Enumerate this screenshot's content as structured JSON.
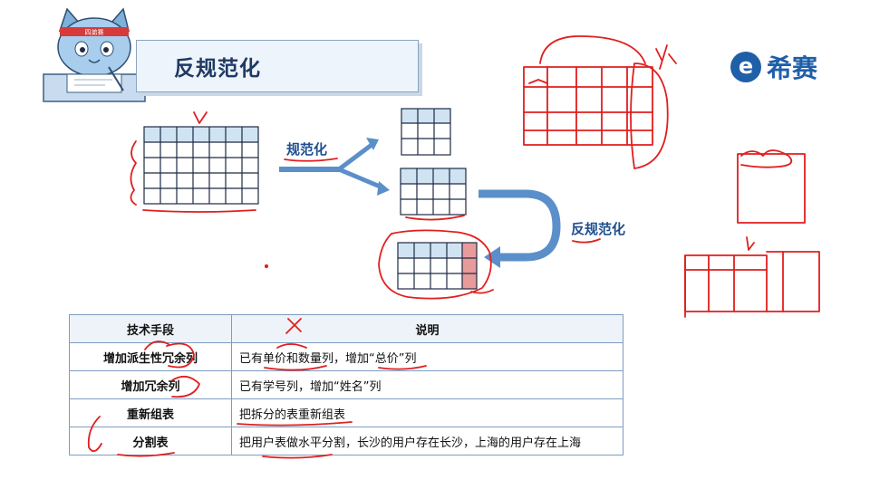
{
  "slide": {
    "title": "反规范化",
    "brand": {
      "logo_glyph": "e",
      "name": "希赛"
    },
    "mascot": {
      "headband_text": "四弟赛"
    },
    "diagram": {
      "normalize_label": "规范化",
      "denormalize_label": "反规范化"
    },
    "table": {
      "headers": [
        "技术手段",
        "说明"
      ],
      "rows": [
        {
          "technique": "增加派生性冗余列",
          "description": "已有单价和数量列，增加“总价”列"
        },
        {
          "technique": "增加冗余列",
          "description": "已有学号列，增加“姓名”列"
        },
        {
          "technique": "重新组表",
          "description": "把拆分的表重新组表"
        },
        {
          "technique": "分割表",
          "description": "把用户表做水平分割，长沙的用户存在长沙，上海的用户存在上海"
        }
      ]
    },
    "colors": {
      "table_header_fill": "#cfe3f3",
      "grid_line": "#1f2a44",
      "arrow_blue": "#5b8fca",
      "highlight_red": "#e79b9b",
      "annotation_red": "#e01f1f",
      "brand_blue": "#1f5fa8"
    }
  }
}
